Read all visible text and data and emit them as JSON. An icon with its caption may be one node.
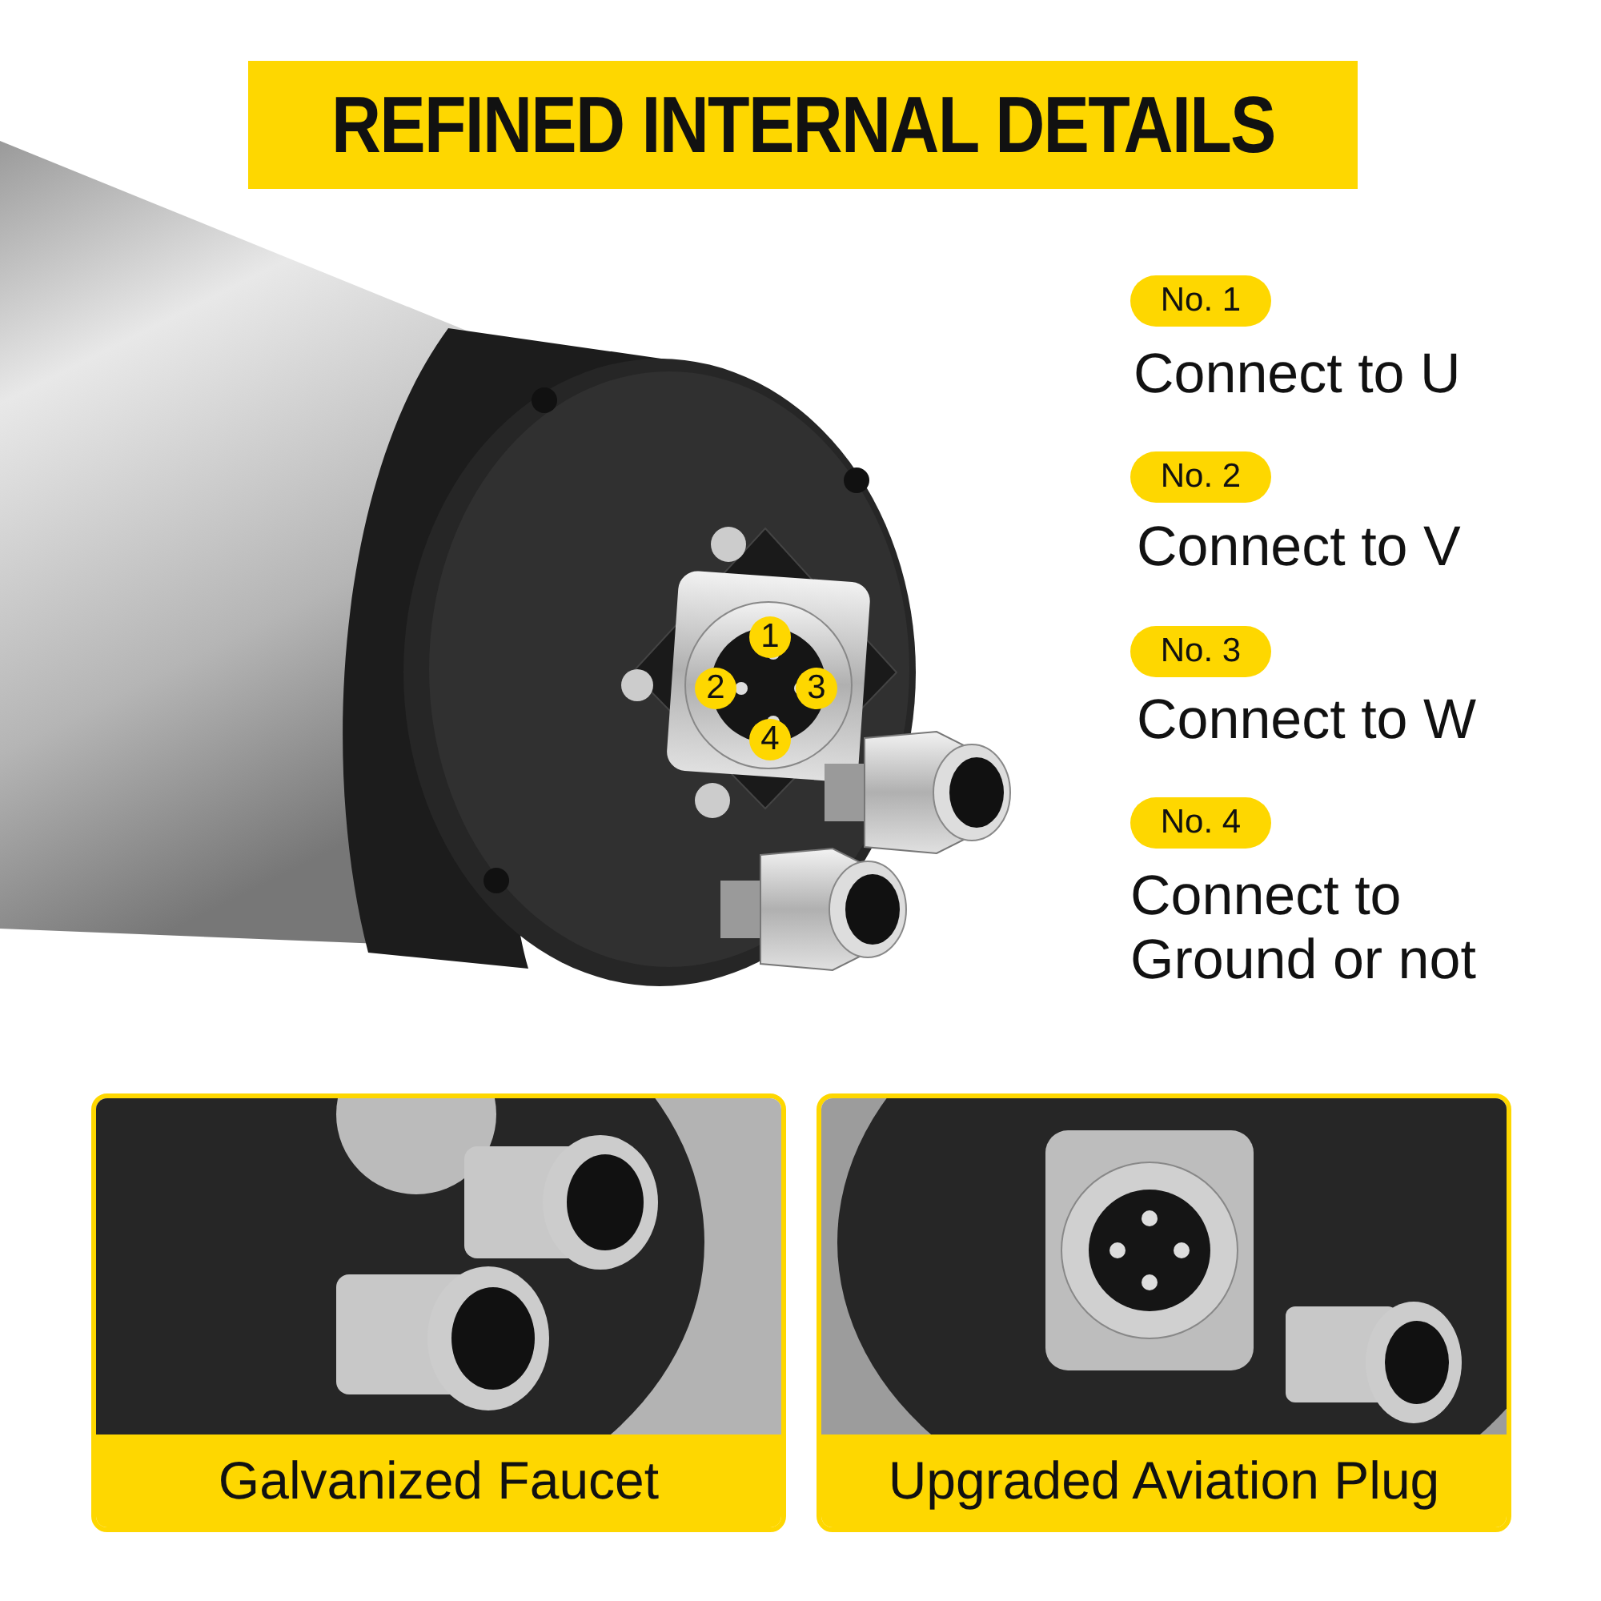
{
  "diagram": {
    "title": "REFINED INTERNAL DETAILS",
    "nodes": [
      {
        "text": [
          "1"
        ]
      },
      {
        "text": [
          "2"
        ]
      },
      {
        "text": [
          "3"
        ]
      },
      {
        "text": [
          "4"
        ]
      },
      {
        "text": [
          "No. 1"
        ],
        "beside": [
          "Connect to U"
        ]
      },
      {
        "text": [
          "No. 2"
        ],
        "beside": [
          "Connect to V"
        ]
      },
      {
        "text": [
          "No. 3"
        ],
        "beside": [
          "Connect to W"
        ]
      },
      {
        "text": [
          "No. 4"
        ],
        "beside": [
          "Connect to Ground or not"
        ]
      },
      {
        "text": [
          "Galvanized Faucet"
        ]
      },
      {
        "text": [
          "Upgraded Aviation Plug"
        ]
      }
    ],
    "edges": []
  }
}
